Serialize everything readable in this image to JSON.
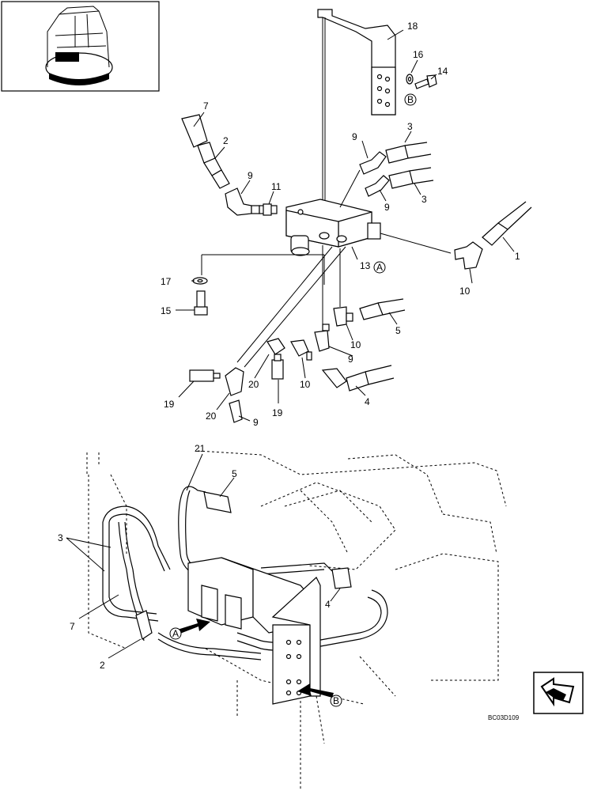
{
  "labels": {
    "n1": "1",
    "n2a": "2",
    "n2b": "2",
    "n3a": "3",
    "n3b": "3",
    "n3c": "3",
    "n4a": "4",
    "n4b": "4",
    "n5a": "5",
    "n5b": "5",
    "n7a": "7",
    "n7b": "7",
    "n9a": "9",
    "n9b": "9",
    "n9c": "9",
    "n9d": "9",
    "n9e": "9",
    "n10a": "10",
    "n10b": "10",
    "n10c": "10",
    "n11": "11",
    "n13": "13",
    "n14": "14",
    "n15": "15",
    "n16": "16",
    "n17": "17",
    "n18": "18",
    "n19a": "19",
    "n19b": "19",
    "n20a": "20",
    "n20b": "20",
    "n21": "21"
  },
  "callouts": {
    "a1": "A",
    "a2": "A",
    "b1": "B",
    "b2": "B"
  },
  "drawing_code": "BC03D109",
  "icons": {
    "locator": "excavator-cab-icon",
    "direction": "direction-arrow-icon"
  }
}
